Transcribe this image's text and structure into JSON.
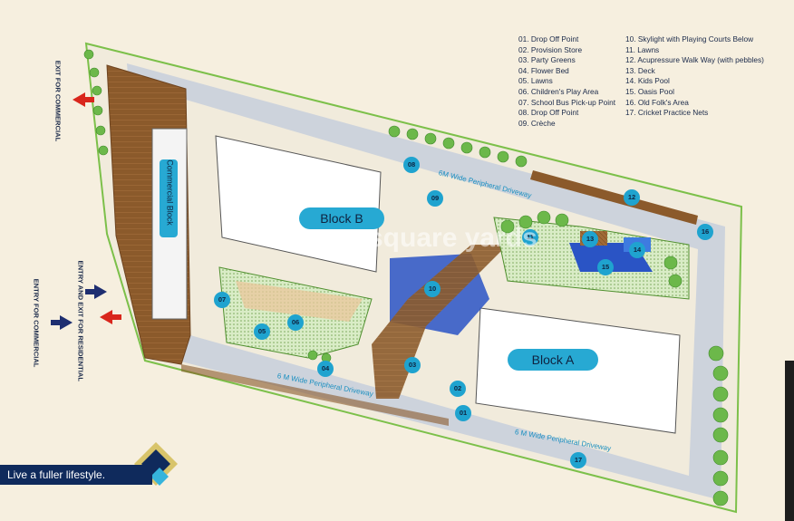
{
  "legend_left": [
    "01. Drop Off Point",
    "02. Provision Store",
    "03. Party Greens",
    "04. Flower Bed",
    "05. Lawns",
    "06. Children's Play Area",
    "07. School Bus Pick-up Point",
    "08. Drop Off Point",
    "09. Crèche"
  ],
  "legend_right": [
    "10. Skylight with Playing Courts Below",
    "11. Lawns",
    "12. Acupressure Walk Way (with pebbles)",
    "13. Deck",
    "14. Kids Pool",
    "15. Oasis Pool",
    "16. Old Folk's Area",
    "17. Cricket Practice Nets"
  ],
  "blocks": {
    "a": "Block A",
    "b": "Block B",
    "commercial": "Commercial Block"
  },
  "markers": [
    "01",
    "02",
    "03",
    "04",
    "05",
    "06",
    "07",
    "08",
    "09",
    "10",
    "11",
    "12",
    "13",
    "14",
    "15",
    "16",
    "17"
  ],
  "driveways": {
    "top": "6M Wide Peripheral Driveway",
    "mid": "6 M Wide Peripheral Driveway",
    "bottom": "6 M Wide Peripheral Driveway"
  },
  "entry_exit": {
    "exit_commercial": "EXIT FOR COMMERCIAL",
    "entry_exit_residential": "ENTRY AND EXIT FOR RESIDENTIAL",
    "entry_commercial": "ENTRY FOR COMMERCIAL"
  },
  "tagline": "Live a fuller lifestyle.",
  "watermark": "square yards",
  "colors": {
    "background": "#f6efdf",
    "road": "#cdd3dc",
    "brown_walkway": "#8b5a2b",
    "green": "#7cc04a",
    "pool": "#2a54c5",
    "marker": "#1fa3cf",
    "navy": "#0f2a5c",
    "red_arrow": "#d9261c"
  }
}
